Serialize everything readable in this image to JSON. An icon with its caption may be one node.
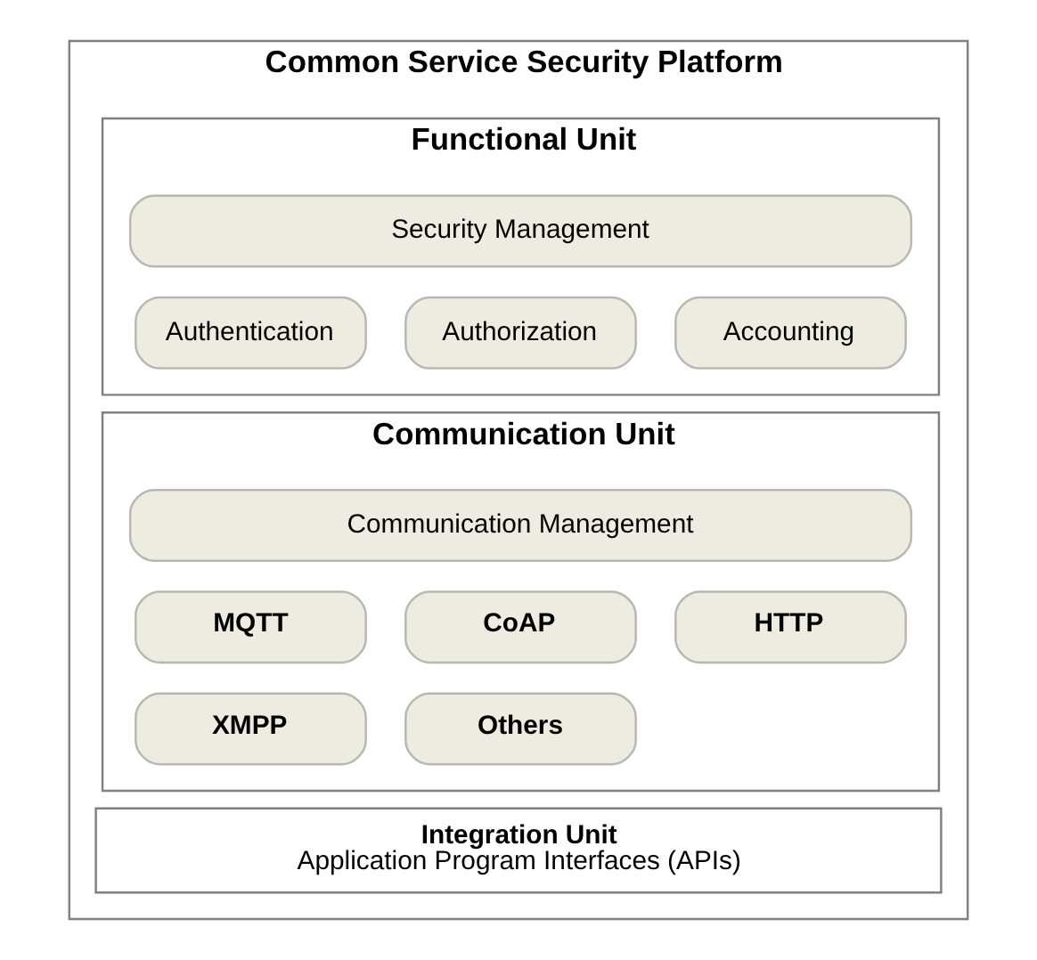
{
  "diagram": {
    "nodes": [
      {
        "text": [
          "Common Service Security Platform"
        ]
      },
      {
        "text": [
          "Functional Unit"
        ],
        "in": 0
      },
      {
        "text": [
          "Security Management"
        ],
        "in": 1
      },
      {
        "text": [
          "Authentication"
        ],
        "in": 1
      },
      {
        "text": [
          "Authorization"
        ],
        "in": 1
      },
      {
        "text": [
          "Accounting"
        ],
        "in": 1
      },
      {
        "text": [
          "Communication Unit"
        ],
        "in": 0
      },
      {
        "text": [
          "Communication Management"
        ],
        "in": 6
      },
      {
        "text": [
          "MQTT"
        ],
        "in": 6
      },
      {
        "text": [
          "CoAP"
        ],
        "in": 6
      },
      {
        "text": [
          "HTTP"
        ],
        "in": 6
      },
      {
        "text": [
          "XMPP"
        ],
        "in": 6
      },
      {
        "text": [
          "Others"
        ],
        "in": 6
      },
      {
        "text": [
          "Integration Unit",
          "Application Program Interfaces (APIs)"
        ],
        "in": 0
      }
    ],
    "edges": []
  }
}
